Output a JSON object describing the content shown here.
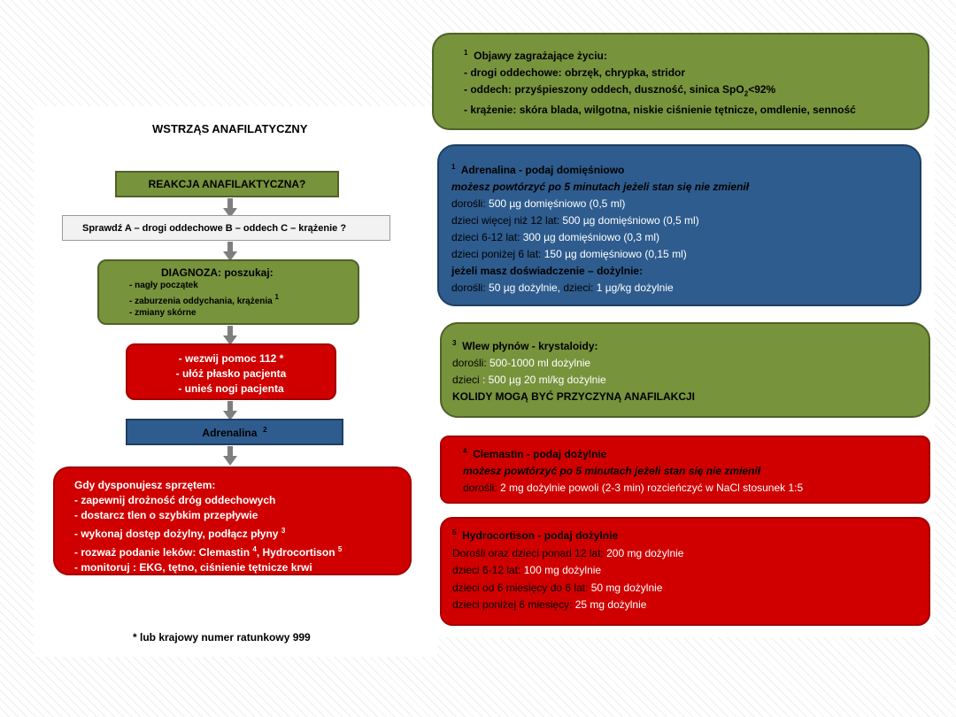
{
  "flowchart": {
    "title": "WSTRZĄS ANAFILATYCZNY",
    "step1": "REAKCJA ANAFILAKTYCZNA?",
    "step2": "Sprawdź A – drogi oddechowe B – oddech C – krążenie ?",
    "diagnosis": {
      "heading": "DIAGNOZA: poszukaj:",
      "items": [
        "- nagły początek",
        "- zaburzenia oddychania, krążenia",
        "- zmiany skórne"
      ],
      "item2_sup": "1"
    },
    "actions": [
      "- wezwij pomoc 112 *",
      "- ułóż płasko pacjenta",
      "- unieś nogi pacjenta"
    ],
    "adrenaline": {
      "label": "Adrenalina",
      "sup": "2"
    },
    "equipment": {
      "heading": "Gdy dysponujesz sprzętem:",
      "item1": "- zapewnij drożność dróg oddechowych",
      "item2": "- dostarcz tlen o szybkim przepływie",
      "item3": "- wykonaj dostęp dożylny, podłącz płyny",
      "item3_sup": "3",
      "item4_a": "- rozważ podanie leków: Clemastin",
      "item4_sup1": "4",
      "item4_b": ", Hydrocortison",
      "item4_sup2": "5",
      "item5": "- monitoruj : EKG, tętno, ciśnienie tętnicze krwi"
    },
    "footnote": "*  lub krajowy numer ratunkowy 999"
  },
  "panels": {
    "symptoms": {
      "sup": "1",
      "title": "Objawy zagrażające życiu:",
      "line1": "- drogi oddechowe: obrzęk, chrypka, stridor",
      "line2_a": "- oddech: przyśpieszony oddech, duszność, sinica SpO",
      "line2_sub": "2",
      "line2_b": "<92%",
      "line3": "- krążenie: skóra blada, wilgotna, niskie ciśnienie tętnicze, omdlenie, senność"
    },
    "adrenaline": {
      "sup": "1",
      "title": "Adrenalina - podaj domięśniowo",
      "repeat": "możesz powtórzyć po 5 minutach jeżeli stan się nie zmienił",
      "rows": [
        {
          "label": "dorośli: ",
          "value": "500 µg domięśniowo (0,5 ml)"
        },
        {
          "label": "dzieci więcej niż 12 lat: ",
          "value": "500 µg domięśniowo (0,5 ml)"
        },
        {
          "label": "dzieci 6-12 lat: ",
          "value": "300 µg domięśniowo (0,3 ml)"
        },
        {
          "label": "dzieci poniżej 6 lat: ",
          "value": "150 µg domięśniowo (0,15 ml)"
        }
      ],
      "experience": "jeżeli masz doświadczenie – dożylnie:",
      "iv_label1": "dorośli: ",
      "iv_value1": "50 µg dożylnie, ",
      "iv_label2": "dzieci: ",
      "iv_value2": "1 µg/kg dożylnie"
    },
    "fluids": {
      "sup": "3",
      "title": "Wlew płynów - krystaloidy:",
      "row1_label": "dorośli: ",
      "row1_value": "500-1000 ml dożylnie",
      "row2_label": "dzieci ",
      "row2_value": ": 500 µg 20 ml/kg dożylnie",
      "warning": "KOLIDY MOGĄ BYĆ PRZYCZYNĄ ANAFILAKCJI"
    },
    "clemastin": {
      "sup": "4",
      "title": "Clemastin - podaj dożylnie",
      "repeat": "możesz powtórzyć po 5 minutach jeżeli stan się nie zmienił",
      "row_label": "dorośli: ",
      "row_value": "2 mg dożylnie powoli (2-3 min) rozcieńczyć w NaCl  stosunek 1:5"
    },
    "hydrocortison": {
      "sup": "5",
      "title": "Hydrocortison - podaj dożylnie",
      "rows": [
        {
          "label": "Dorośli oraz dzieci ponad 12 lat: ",
          "value": "200 mg dożylnie"
        },
        {
          "label": "dzieci 6-12 lat: ",
          "value": "100 mg dożylnie"
        },
        {
          "label": "dzieci od 6 miesięcy do 6 lat: ",
          "value": "50 mg dożylnie"
        },
        {
          "label": "dzieci poniżej 6 miesięcy: ",
          "value": "25 mg dożylnie"
        }
      ]
    }
  }
}
